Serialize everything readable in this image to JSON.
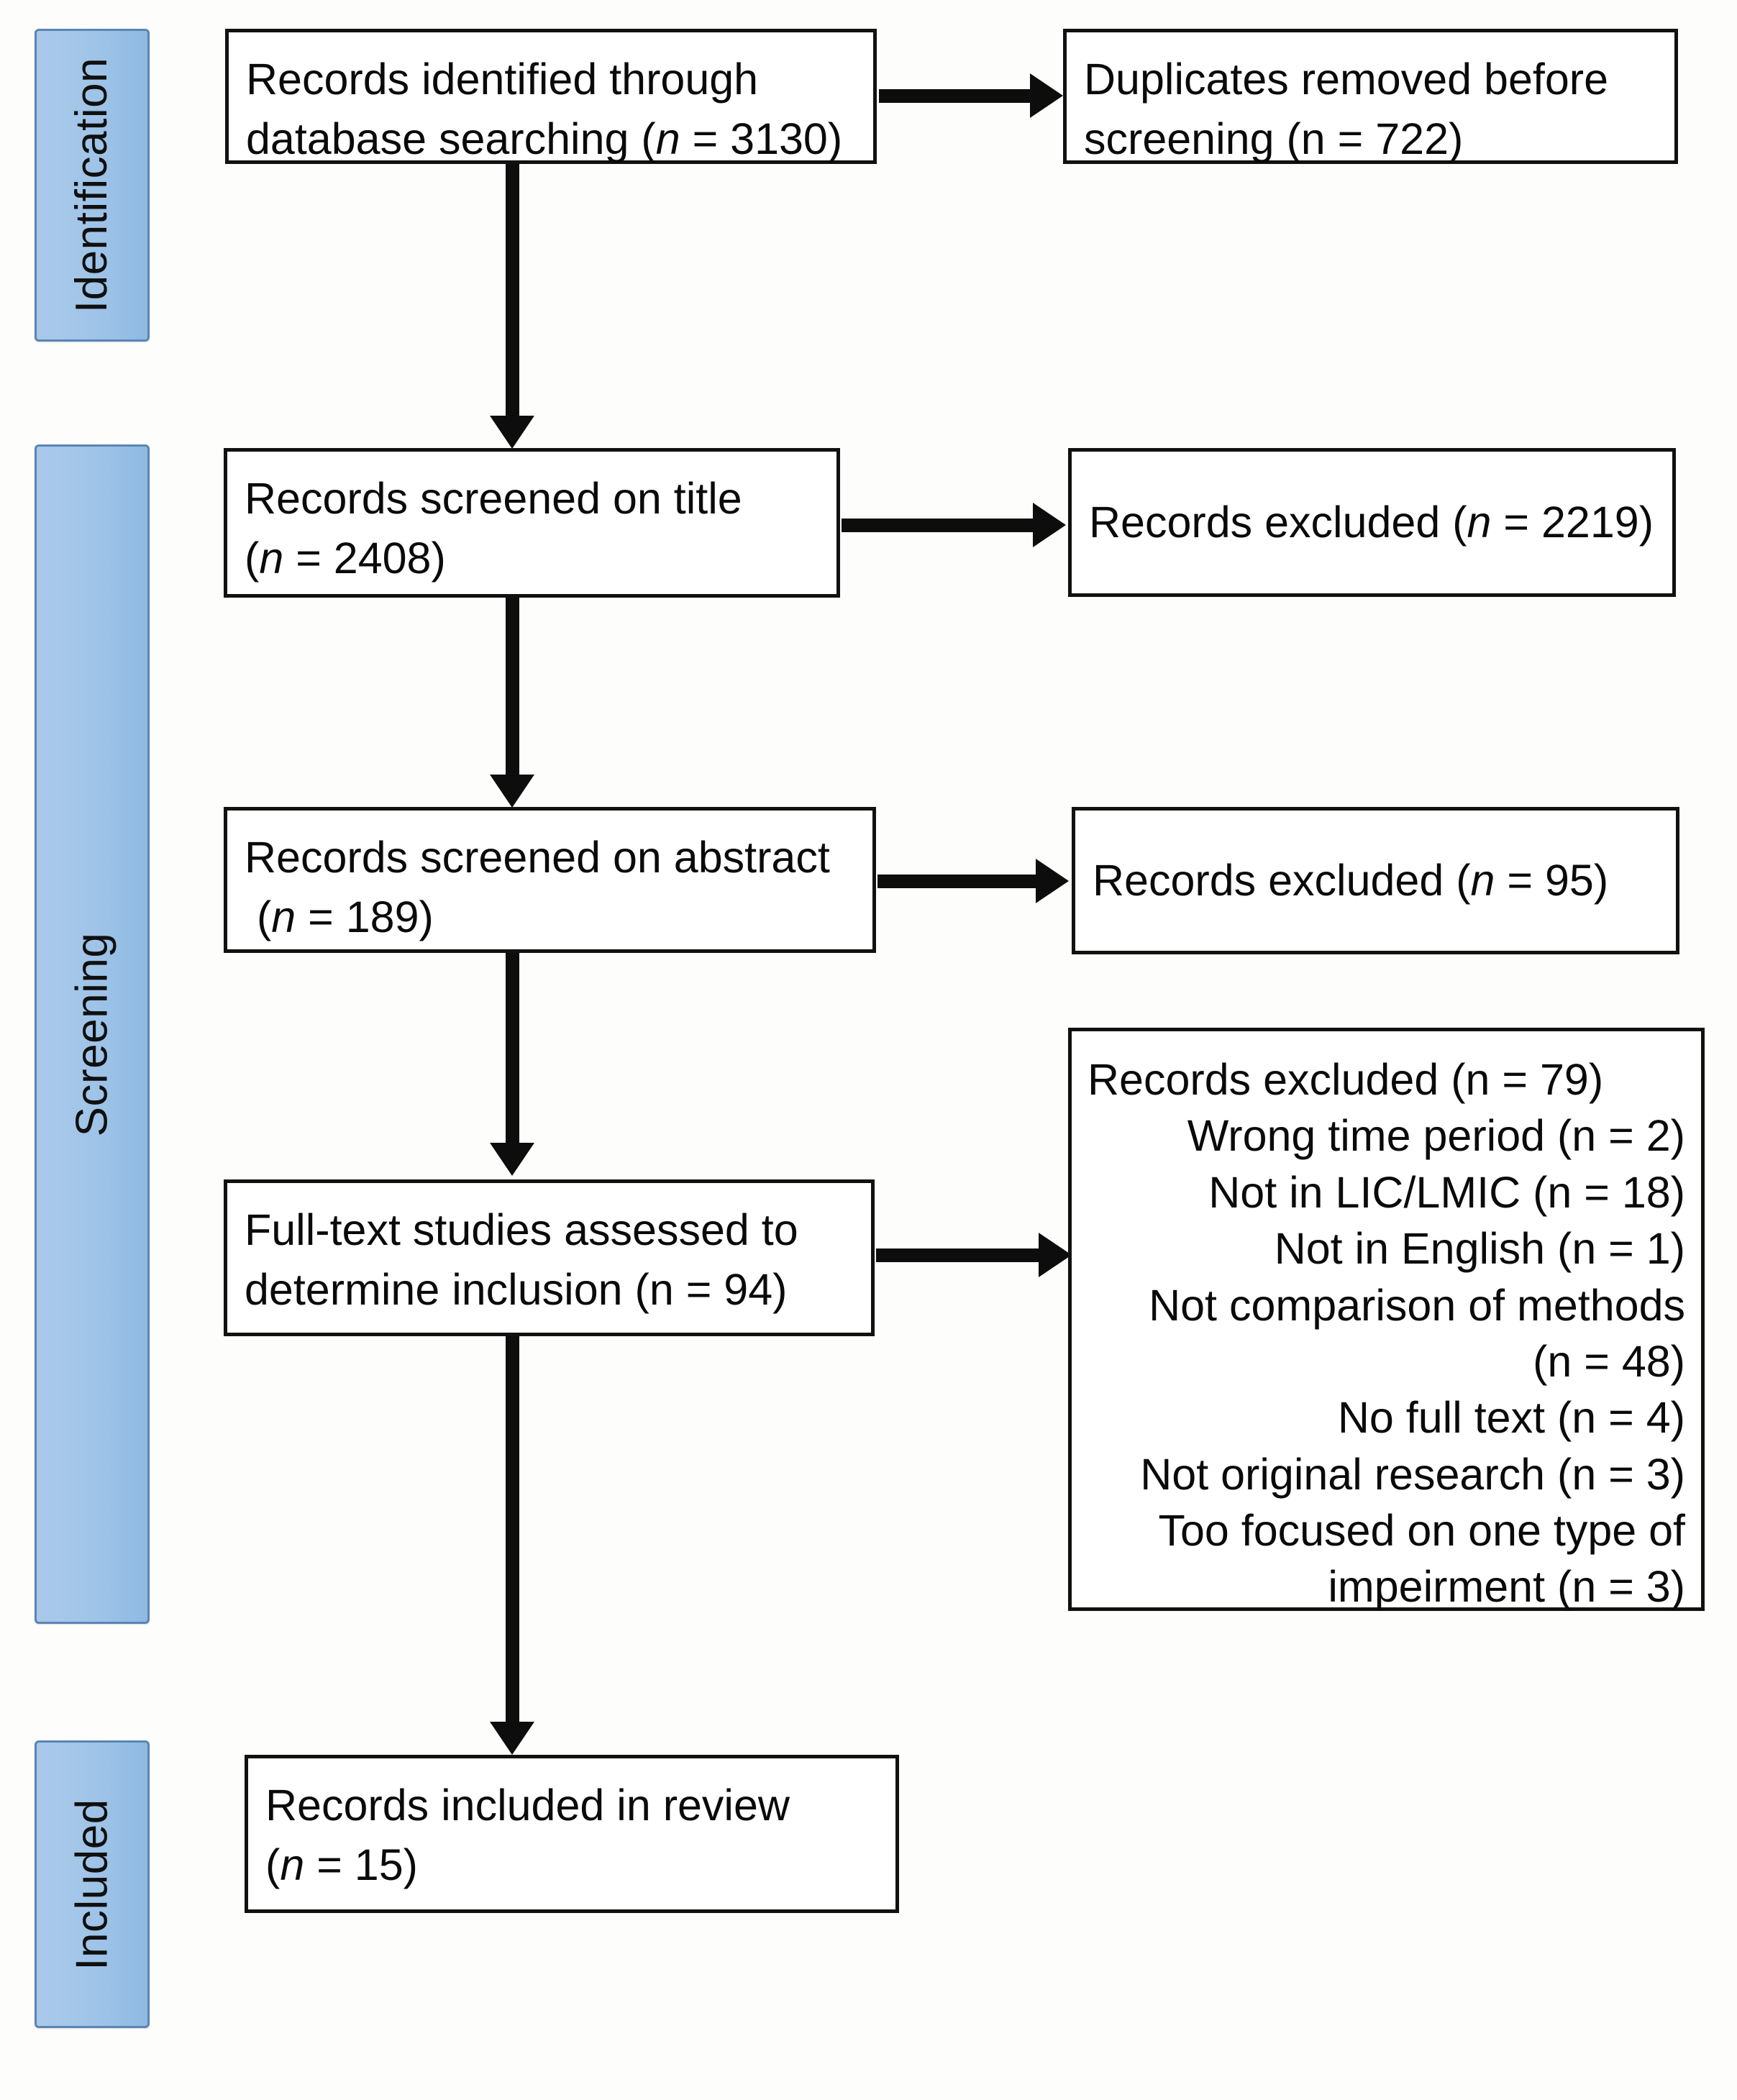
{
  "diagram": {
    "title": "PRISMA study selection flow diagram",
    "accent_color": "#9cc2e7",
    "accent_border_color": "#5b85b5",
    "line_color": "#0d0d0d",
    "box_border_color": "#111111",
    "background_color": "#fdfdfc"
  },
  "stages": [
    {
      "id": "identification",
      "label": "Identification"
    },
    {
      "id": "screening",
      "label": "Screening"
    },
    {
      "id": "included",
      "label": "Included"
    }
  ],
  "boxes": {
    "identified": {
      "id": "records-identified",
      "line1": "Records identified through",
      "line2_pre": "database searching (",
      "line2_n": "n",
      "line2_post": " = 3130)"
    },
    "duplicates": {
      "id": "duplicates-removed",
      "line1": "Duplicates removed before",
      "line2_pre": "screening (",
      "line2_n": "n",
      "line2_post": " = 722)"
    },
    "screened_title": {
      "id": "records-screened-title",
      "line1": "Records screened on title",
      "line2_pre": "(",
      "line2_n": "n",
      "line2_post": " = 2408)"
    },
    "excluded_title": {
      "id": "records-excluded-title",
      "line1_pre": "Records excluded (",
      "line1_n": "n",
      "line1_post": " = 2219)"
    },
    "screened_abstract": {
      "id": "records-screened-abstract",
      "line1": "Records screened on abstract",
      "line2_pre": " (",
      "line2_n": "n",
      "line2_post": " = 189)"
    },
    "excluded_abstract": {
      "id": "records-excluded-abstract",
      "line1_pre": "Records excluded (",
      "line1_n": "n",
      "line1_post": " = 95)"
    },
    "fulltext": {
      "id": "full-text-assessed",
      "line1": "Full-text studies assessed to",
      "line2_pre": "determine inclusion (",
      "line2_n": "n",
      "line2_post": " = 94)"
    },
    "included": {
      "id": "records-included",
      "line1": "Records included in review",
      "line2_pre": "(",
      "line2_n": "n",
      "line2_post": " = 15)"
    }
  },
  "excluded_reasons_box": {
    "id": "records-excluded-fulltext",
    "header": "Records excluded (n = 79)",
    "lines": [
      "Records excluded (n = 79)",
      "Wrong time period (n = 2)",
      "Not in LIC/LMIC (n = 18)",
      "Not in English (n = 1)",
      "Not comparison of methods",
      "(n = 48)",
      "No full text (n = 4)",
      "Not original research (n = 3)",
      "Too focused on one type of",
      "impeirment (n = 3)"
    ]
  },
  "chart_data": {
    "type": "table",
    "title": "PRISMA flow counts",
    "categories": [
      "Records identified through database searching",
      "Duplicates removed before screening",
      "Records screened on title",
      "Records excluded (title)",
      "Records screened on abstract",
      "Records excluded (abstract)",
      "Full-text studies assessed to determine inclusion",
      "Records excluded (full text)",
      "Records included in review"
    ],
    "values": [
      3130,
      722,
      2408,
      2219,
      189,
      95,
      94,
      79,
      15
    ],
    "exclusion_reasons": {
      "categories": [
        "Wrong time period",
        "Not in LIC/LMIC",
        "Not in English",
        "Not comparison of methods",
        "No full text",
        "Not original research",
        "Too focused on one type of impeirment"
      ],
      "values": [
        2,
        18,
        1,
        48,
        4,
        3,
        3
      ],
      "total": 79
    }
  }
}
